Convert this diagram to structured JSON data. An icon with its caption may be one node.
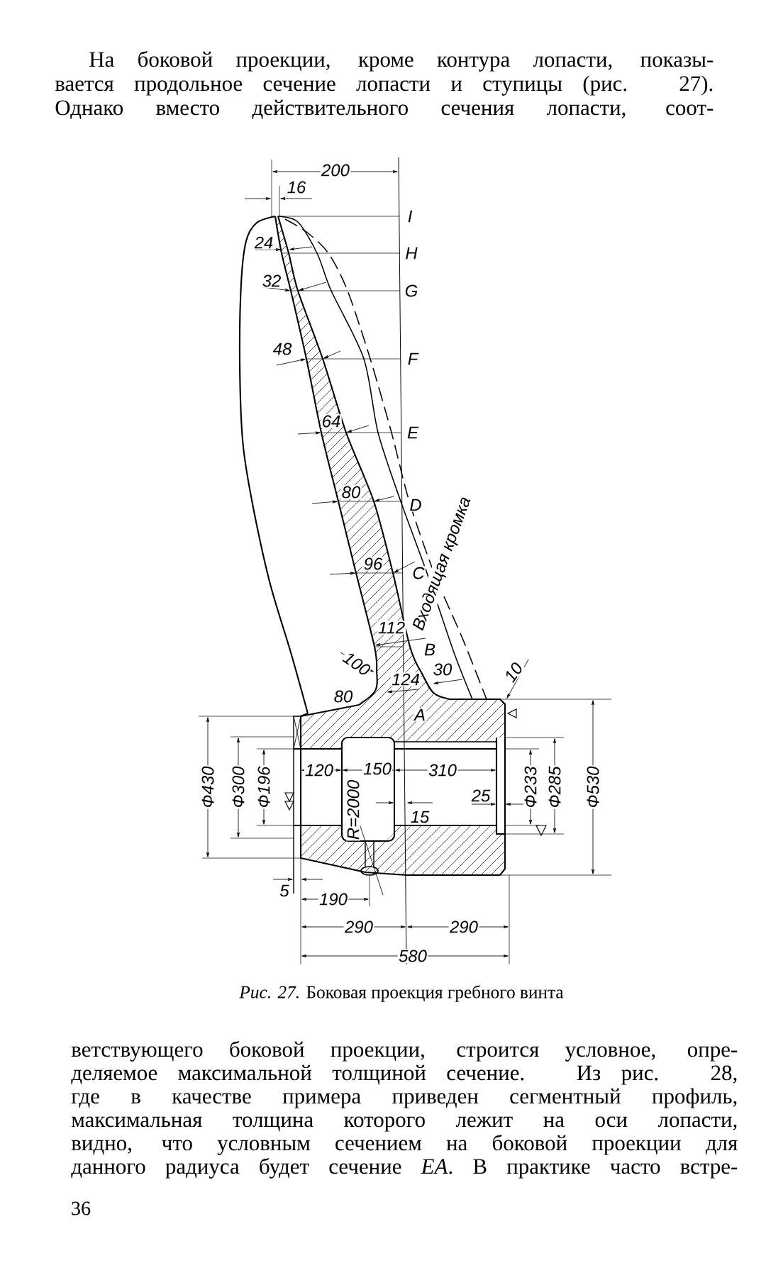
{
  "diagram": {
    "caption": "*Рис. 27.* Боковая проекция гребного винта",
    "labels": [
      "На боковой проекции, кроме контура лопасти, показы-",
      "вается продольное сечение лопасти и ступицы (рис. 27).",
      "Однако вместо действительного сечения лопасти, соот-",
      "200",
      "16",
      "I",
      "24",
      "H",
      "32",
      "G",
      "48",
      "F",
      "64",
      "E",
      "80",
      "D",
      "96",
      "C",
      "Входящая кромка",
      "112",
      "B",
      "100",
      "30",
      "10",
      "124",
      "80",
      "A",
      "Ф430",
      "Ф300",
      "Ф196",
      "120",
      "150",
      "310",
      "R=2000",
      "Ф233",
      "Ф285",
      "Ф530",
      "25",
      "15",
      "5",
      "190",
      "290",
      "290",
      "580",
      "ветствующего боковой проекции, строится условное, опре-",
      "деляемое максимальной толщиной сечение. Из рис. 28,",
      "где в качестве примера приведен сегментный профиль,",
      "максимальная толщина которого лежит на оси лопасти,",
      "видно, что условным сечением на боковой проекции для",
      "данного радиуса будет сечение *EA*. В практике часто встре-",
      "36"
    ]
  }
}
